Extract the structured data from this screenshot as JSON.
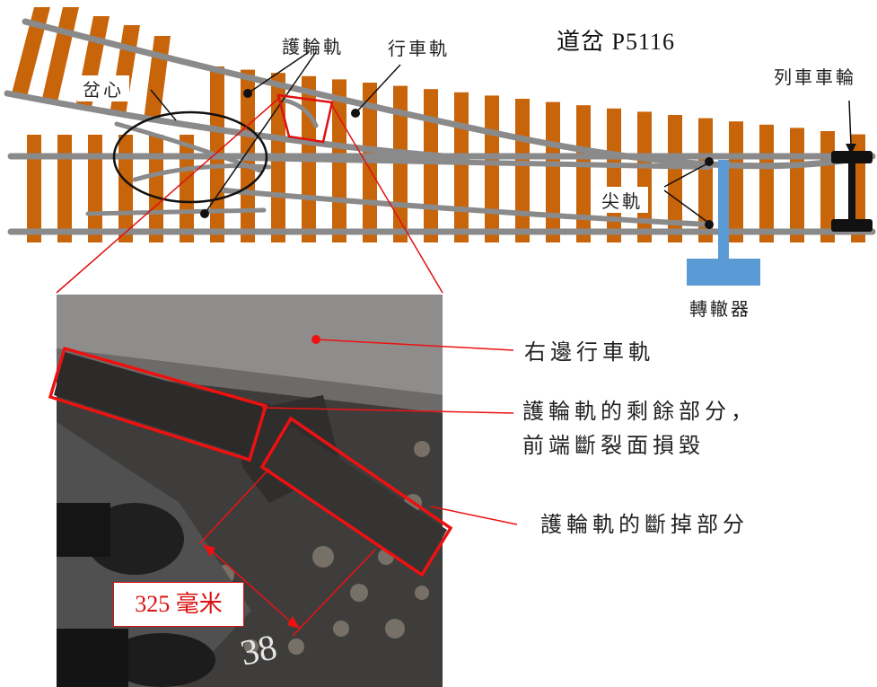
{
  "diagram": {
    "title": "道岔 P5116",
    "labels": {
      "frog": "岔心",
      "check_rail": "護輪軌",
      "running_rail": "行車軌",
      "train_wheel": "列車車輪",
      "switch_blade": "尖軌",
      "point_machine": "轉轍器"
    }
  },
  "photo": {
    "annotations": {
      "right_running_rail": "右邊行車軌",
      "remaining_part_line1": "護輪軌的剩餘部分，",
      "remaining_part_line2": "前端斷裂面損毀",
      "broken_part": "護輪軌的斷掉部分"
    },
    "measurement": "325 毫米",
    "ground_marking": "38"
  },
  "colors": {
    "sleeper": "#c8640a",
    "rail": "#8a8a8a",
    "highlight": "#e01010",
    "point_machine": "#5b9bd5"
  }
}
